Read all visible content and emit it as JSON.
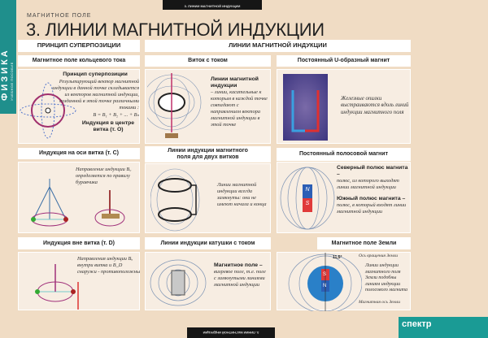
{
  "sidebar": {
    "subject": "ФИЗИКА",
    "subtitle": "УЧЕБНОЕ ПОСОБИЕ"
  },
  "top_tab": "3. ЛИНИИ МАГНИТНОЙ ИНДУКЦИИ",
  "bottom_tab": "3. ЛИНИИ МАГНИТНОЙ ИНДУКЦИИ",
  "header": {
    "section": "МАГНИТНОЕ ПОЛЕ",
    "title": "3. ЛИНИИ МАГНИТНОЙ ИНДУКЦИИ"
  },
  "columns": {
    "left": "ПРИНЦИП СУПЕРПОЗИЦИИ",
    "right": "ЛИНИИ МАГНИТНОЙ ИНДУКЦИИ"
  },
  "panels": {
    "ring": {
      "title": "Магнитное поле кольцевого тока",
      "subtitle": "Принцип суперпозиции",
      "text": "Результирующий вектор магнитной индукции в данной точке складывается из векторов магнитной индукции, созданной в этой точке различными токами :",
      "formula": "B = B₁ + B₂ + ... + Bₙ",
      "caption": "Индукция в центре витка (т. О)"
    },
    "axis": {
      "title": "Индукция на оси витка (т. С)",
      "text": "Направление индукции B꜀ определяется по правилу буравчика"
    },
    "outside": {
      "title": "Индукция вне витка (т. D)",
      "text": "Направления индукции Bₒ внутри витка и B_D снаружи - противоположны"
    },
    "loop": {
      "title": "Виток с током",
      "term": "Линии магнитной индукции",
      "text": "– линии, касательные к которым в каждой точке совпадают с направлением вектора магнитной индукции в этой точке"
    },
    "u_magnet": {
      "title": "Постоянный U-образный магнит",
      "text": "Железные опилки выстраиваются вдоль линий индукции магнитного поля"
    },
    "two_loops": {
      "title": "Линии индукции магнитного поля для двух витков",
      "text": "Линии магнитной индукции всегда замкнуты: они не имеют начала и конца"
    },
    "bar_magnet": {
      "title": "Постоянный полосовой магнит",
      "north_term": "Северный полюс магнита –",
      "north_text": "полюс, из которого выходят линии магнитной индукции",
      "south_term": "Южный полюс магнита –",
      "south_text": "полюс, в который входят линии магнитной индукции",
      "n": "N",
      "s": "S"
    },
    "coil": {
      "title": "Линии индукции катушки с током",
      "term": "Магнитное поле –",
      "text": "вихревое поле, т.е. поле с замкнутыми линиями магнитной индукции"
    },
    "earth": {
      "title": "Магнитное поле Земли",
      "text": "Линии индукции магнитного поля Земли подобны линиям индукции полосового магнита",
      "axis_label": "Ось вращения Земли",
      "mag_axis_label": "Магнитная ось Земли",
      "angle": "11,5°",
      "n": "N",
      "s": "S"
    }
  },
  "logo": "спектр",
  "colors": {
    "teal": "#1f8f8c",
    "background": "#f0dcc4"
  }
}
